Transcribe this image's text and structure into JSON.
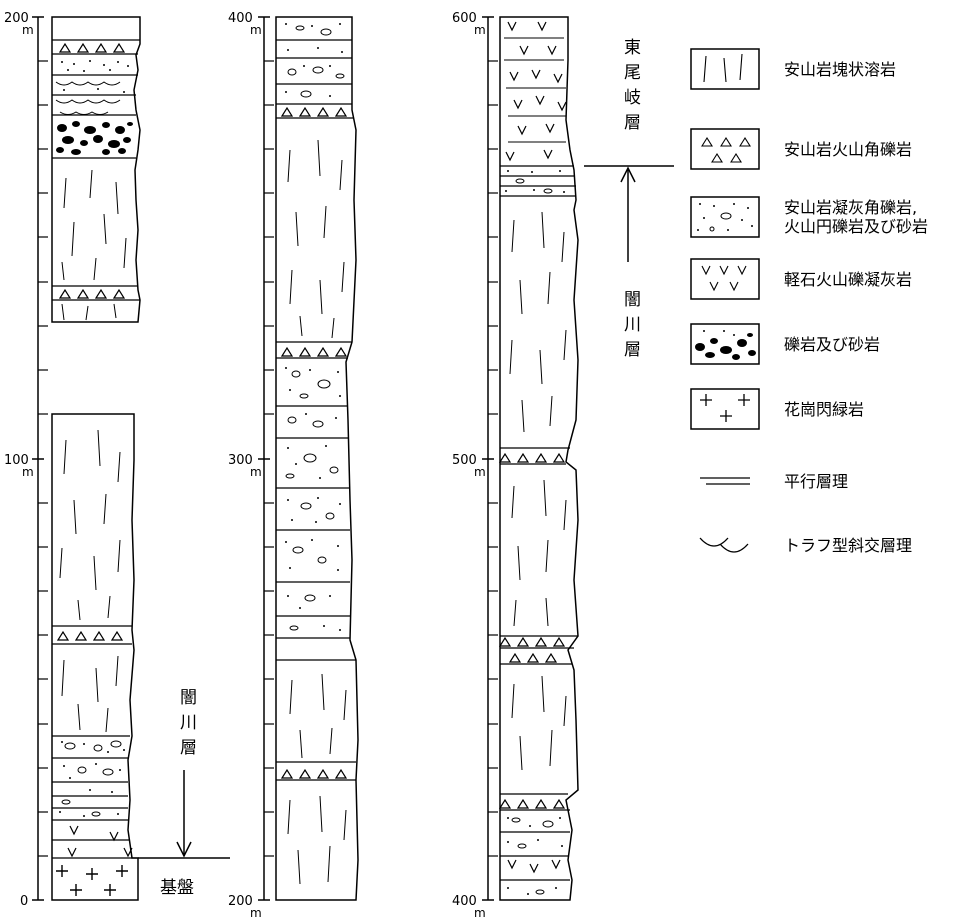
{
  "columns": [
    {
      "scale_top": {
        "value": "200",
        "unit": "m"
      },
      "scale_mid": {
        "value": "100",
        "unit": "m"
      },
      "scale_bottom": {
        "value": "0",
        "unit": ""
      }
    },
    {
      "scale_top": {
        "value": "400",
        "unit": "m"
      },
      "scale_mid": {
        "value": "300",
        "unit": "m"
      },
      "scale_bottom": {
        "value": "200",
        "unit": "m"
      }
    },
    {
      "scale_top": {
        "value": "600",
        "unit": "m"
      },
      "scale_mid": {
        "value": "500",
        "unit": "m"
      },
      "scale_bottom": {
        "value": "400",
        "unit": "m"
      }
    }
  ],
  "annotations": {
    "col1_formation": "闇川層",
    "col1_basement": "基盤",
    "col3_upper_formation": "東尾岐層",
    "col3_lower_formation": "闇川層"
  },
  "legend": [
    {
      "pattern": "andesite-lava",
      "label": "安山岩塊状溶岩"
    },
    {
      "pattern": "volcanic-breccia",
      "label": "安山岩火山角礫岩"
    },
    {
      "pattern": "tuff-breccia",
      "label": "安山岩凝灰角礫岩,",
      "label2": "火山円礫岩及び砂岩"
    },
    {
      "pattern": "pumice-tuff",
      "label": "軽石火山礫凝灰岩"
    },
    {
      "pattern": "conglomerate",
      "label": "礫岩及び砂岩"
    },
    {
      "pattern": "granodiorite",
      "label": "花崗閃緑岩"
    },
    {
      "pattern": "parallel-bedding",
      "label": "平行層理"
    },
    {
      "pattern": "trough-cross-bedding",
      "label": "トラフ型斜交層理"
    }
  ],
  "colors": {
    "ink": "#000000",
    "paper": "#ffffff"
  }
}
